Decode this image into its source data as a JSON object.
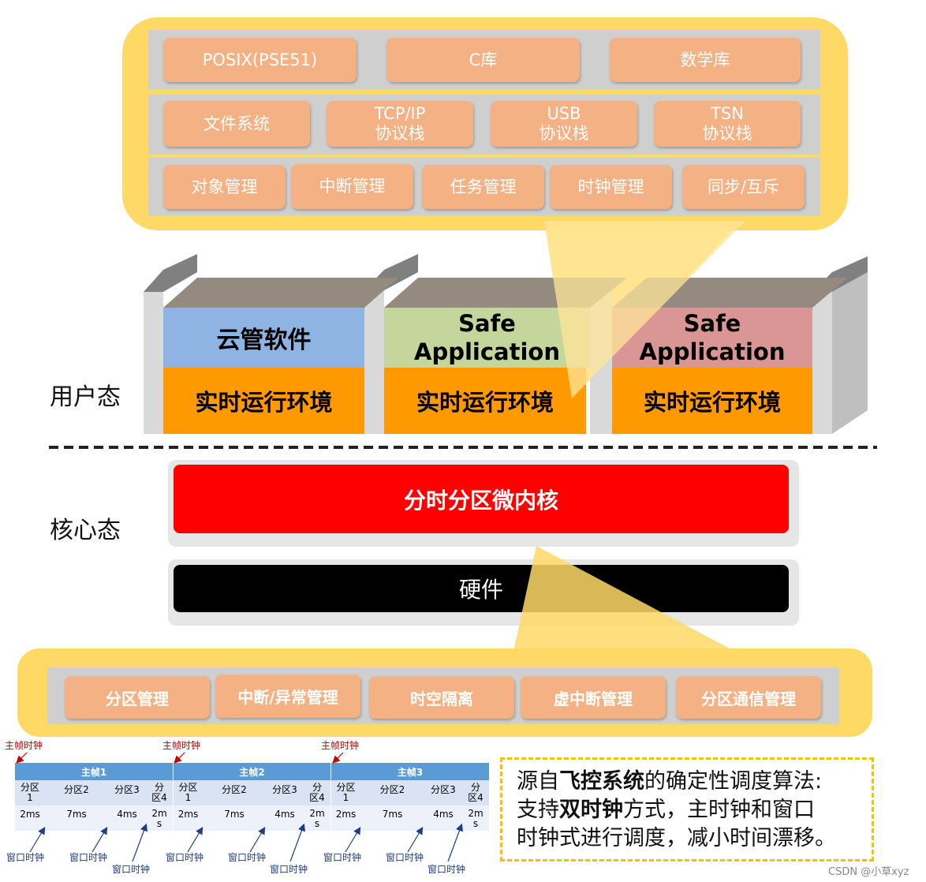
{
  "top_callout": {
    "rows": [
      [
        "POSIX(PSE51)",
        "C库",
        "数学库"
      ],
      [
        "文件系统",
        "TCP/IP\n协议栈",
        "USB\n协议栈",
        "TSN\n协议栈"
      ],
      [
        "对象管理",
        "中断管理",
        "任务管理",
        "时钟管理",
        "同步/互斥"
      ]
    ]
  },
  "partitions": {
    "p1": {
      "app": "云管软件",
      "rt": "实时运行环境",
      "app_color": "#8eb4e3"
    },
    "p2": {
      "app": "Safe\nApplication",
      "rt": "实时运行环境",
      "app_color": "#c3d69b"
    },
    "p3": {
      "app": "Safe\nApplication",
      "rt": "实时运行环境",
      "app_color": "#d99694"
    }
  },
  "labels": {
    "user_mode": "用户态",
    "kernel_mode": "核心态"
  },
  "kernel": {
    "label": "分时分区微内核",
    "color": "#ff0000"
  },
  "hardware": {
    "label": "硬件"
  },
  "bottom_callout": {
    "items": [
      "分区管理",
      "中断/异常管理",
      "时空隔离",
      "虚中断管理",
      "分区通信管理"
    ]
  },
  "timeline": {
    "main_clock": "主帧时钟",
    "window_clock": "窗口时钟",
    "frames": [
      "主帧1",
      "主帧2",
      "主帧3"
    ],
    "partitions": [
      "分区\n1",
      "分区2",
      "分区3",
      "分\n区4"
    ],
    "durations": [
      "2ms",
      "7ms",
      "4ms",
      "2m\ns"
    ]
  },
  "note": {
    "line1_a": "源自",
    "line1_b": "飞控系统",
    "line1_c": "的确定性调度算法:",
    "line2_a": "支持",
    "line2_b": "双时钟",
    "line2_c": "方式，主时钟和窗口",
    "line3": "时钟式进行调度，减小时间漂移。"
  },
  "watermark": "CSDN @小草xyz"
}
